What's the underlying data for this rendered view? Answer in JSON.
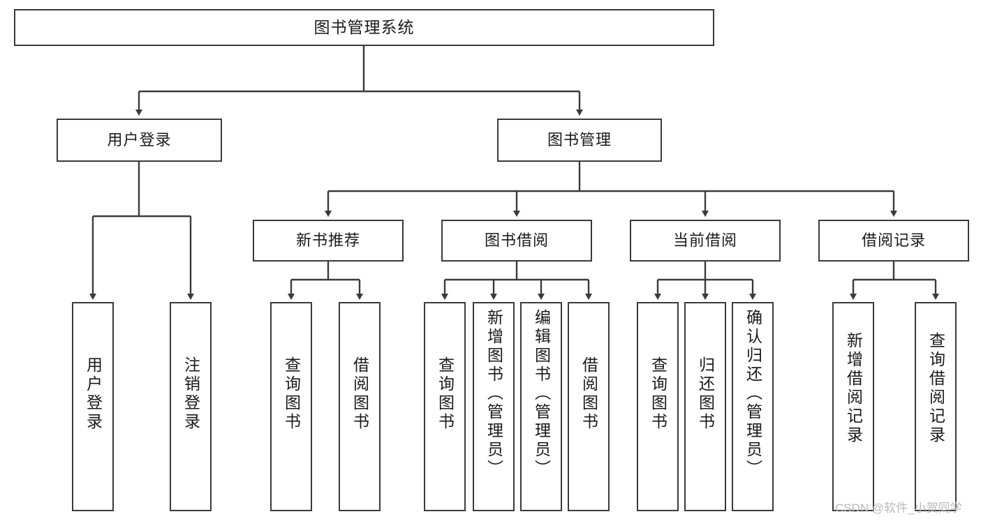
{
  "diagram": {
    "type": "tree-hierarchy",
    "title": "图书管理系统",
    "orientation": "top-down",
    "colors": {
      "box_border": "#3a3a3a",
      "box_fill": "#ffffff",
      "edge": "#3a3a3a",
      "text": "#1a1a1a",
      "watermark": "#b9b9b9"
    },
    "levels": [
      {
        "level": 1,
        "nodes": [
          {
            "id": "root",
            "label": "图书管理系统"
          }
        ]
      },
      {
        "level": 2,
        "nodes": [
          {
            "id": "login",
            "label": "用户登录",
            "parent": "root"
          },
          {
            "id": "bookmgmt",
            "label": "图书管理",
            "parent": "root"
          }
        ]
      },
      {
        "level": 3,
        "nodes": [
          {
            "id": "newbook",
            "label": "新书推荐",
            "parent": "bookmgmt"
          },
          {
            "id": "borrow",
            "label": "图书借阅",
            "parent": "bookmgmt"
          },
          {
            "id": "current",
            "label": "当前借阅",
            "parent": "bookmgmt"
          },
          {
            "id": "record",
            "label": "借阅记录",
            "parent": "bookmgmt"
          }
        ]
      },
      {
        "level": 4,
        "nodes": [
          {
            "id": "leaf1",
            "label": "用户登录",
            "parent": "login"
          },
          {
            "id": "leaf2",
            "label": "注销登录",
            "parent": "login"
          },
          {
            "id": "leaf3",
            "label": "查询图书",
            "parent": "newbook"
          },
          {
            "id": "leaf4",
            "label": "借阅图书",
            "parent": "newbook"
          },
          {
            "id": "leaf5",
            "label": "查询图书",
            "parent": "borrow"
          },
          {
            "id": "leaf6",
            "label": "新增图书（管理员）",
            "parent": "borrow"
          },
          {
            "id": "leaf7",
            "label": "编辑图书（管理员）",
            "parent": "borrow"
          },
          {
            "id": "leaf8",
            "label": "借阅图书",
            "parent": "borrow"
          },
          {
            "id": "leaf9",
            "label": "查询图书",
            "parent": "current"
          },
          {
            "id": "leaf10",
            "label": "归还图书",
            "parent": "current"
          },
          {
            "id": "leaf11",
            "label": "确认归还（管理员）",
            "parent": "current"
          },
          {
            "id": "leaf12",
            "label": "新增借阅记录",
            "parent": "record"
          },
          {
            "id": "leaf13",
            "label": "查询借阅记录",
            "parent": "record"
          }
        ]
      }
    ]
  },
  "watermark": {
    "text": "CSDN @软件_小贺同学"
  }
}
